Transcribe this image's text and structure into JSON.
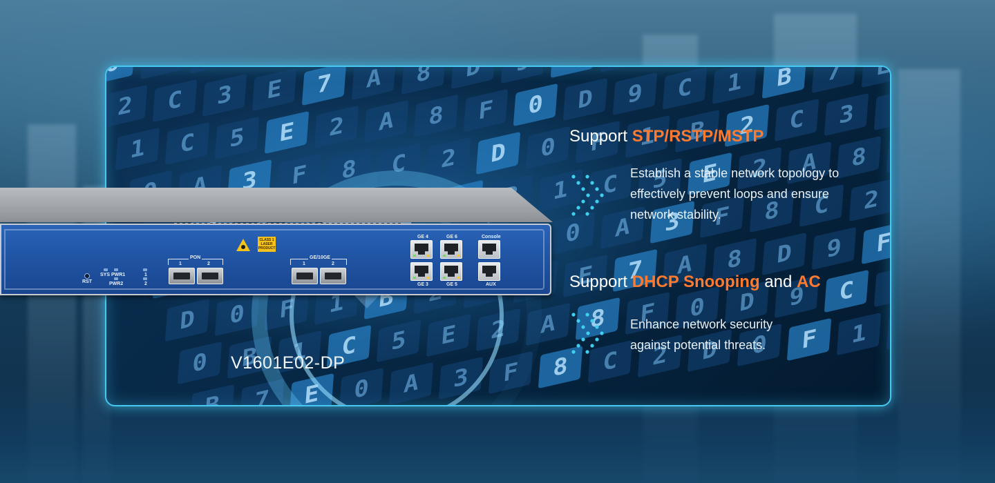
{
  "device": {
    "model": "V1601E02-DP",
    "labels": {
      "rst": "RST",
      "sys_pwr1": "SYS PWR1",
      "pwr2": "PWR2",
      "pon": "PON",
      "ge_10ge": "GE/10GE",
      "port_1": "1",
      "port_2": "2",
      "ge4": "GE 4",
      "ge6": "GE 6",
      "ge3": "GE 3",
      "ge5": "GE 5",
      "console": "Console",
      "aux": "AUX",
      "laser_warning": "CLASS 1 LASER PRODUCT"
    }
  },
  "features": [
    {
      "title_prefix": "Support ",
      "title_highlight": "STP/RSTP/MSTP",
      "desc_lines": [
        "Establish a stable network topology to",
        "effectively prevent loops and ensure",
        "network stability."
      ]
    },
    {
      "title_prefix": "Support ",
      "title_highlight": "DHCP Snooping",
      "title_middle": " and ",
      "title_highlight2": "AC",
      "desc_lines": [
        "Enhance network security",
        "against potential threats."
      ]
    }
  ],
  "colors": {
    "accent": "#ff7a2f",
    "panel_border": "#47c8f0",
    "chevron": "#3fd0f0"
  },
  "icons": [
    "shield-icon",
    "laser-warning-icon",
    "chevron-dots-icon"
  ]
}
